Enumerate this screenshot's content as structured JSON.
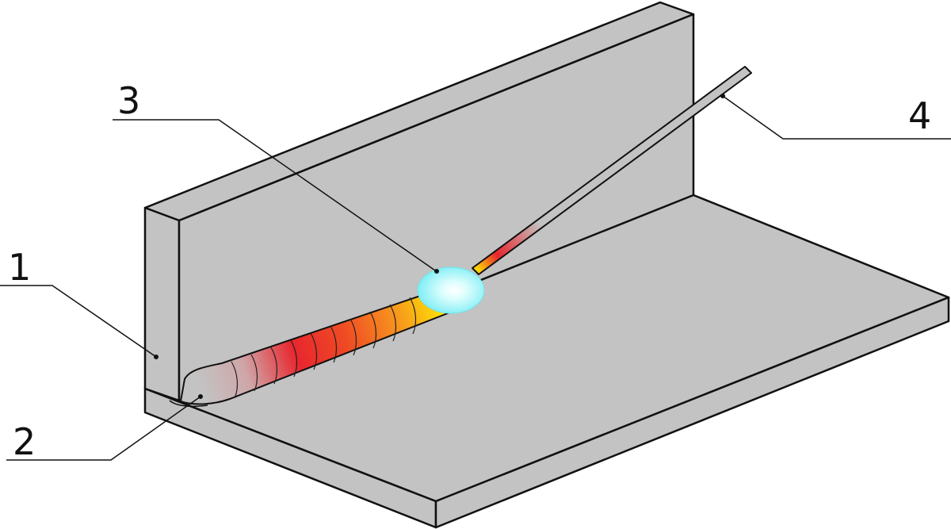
{
  "diagram": {
    "labels": {
      "one": "1",
      "two": "2",
      "three": "3",
      "four": "4"
    },
    "colors": {
      "plate": "#c3c3c3",
      "outline": "#111111",
      "arc_glow": "#9ff5f8",
      "hot_red": "#e8262e",
      "hot_orange": "#f7931e",
      "hot_yellow": "#fff200"
    },
    "icons": [
      "vertical-plate",
      "base-plate",
      "weld-bead",
      "weld-pool",
      "electrode"
    ]
  }
}
